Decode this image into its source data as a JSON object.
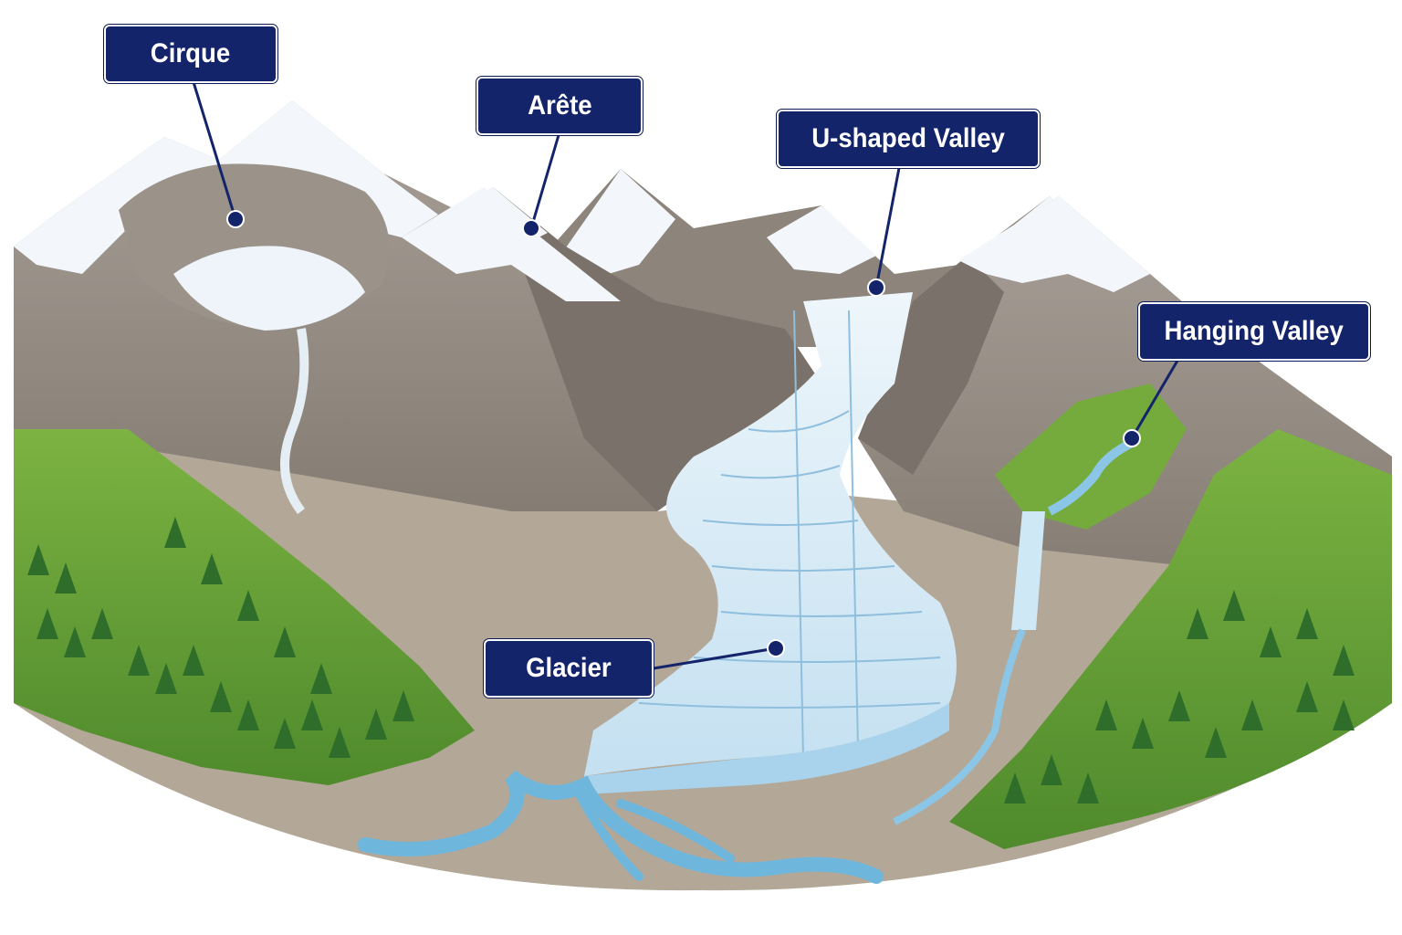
{
  "labels": {
    "cirque": "Cirque",
    "arete": "Arête",
    "u_valley": "U-shaped Valley",
    "hanging_valley": "Hanging Valley",
    "glacier": "Glacier"
  },
  "colors": {
    "label_bg": "#13246a",
    "label_text": "#ffffff",
    "rock": "#9a9189",
    "rock_dark": "#6e665f",
    "snow": "#f3f7fb",
    "ice": "#dcecf7",
    "ice_blue": "#9fcbe6",
    "grass": "#6da33a",
    "forest": "#2f6e2a",
    "water": "#6fb6dc",
    "moraine": "#b3a898"
  }
}
